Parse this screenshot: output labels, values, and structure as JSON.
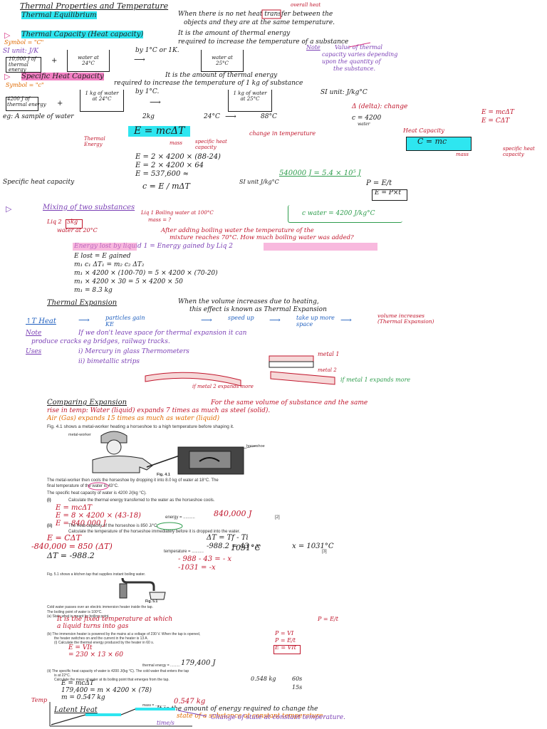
{
  "title": "Thermal Properties and Temperature",
  "equilibrium": {
    "heading": "Thermal Equilibrium",
    "above_note": "overall heat",
    "definition_1": "When there is no net heat transfer between the",
    "definition_2": "objects and they are at the same temperature."
  },
  "capacity": {
    "heading": "Thermal Capacity (Heat capacity)",
    "definition_1": "It is the amount of thermal energy",
    "definition_2": "required to increase the temperature of a substance",
    "definition_3": "by 1°C or 1K.",
    "symbol": "Symbol = \"C\"",
    "si_unit": "SI unit: J/K",
    "energy_label": "10,000 J of thermal energy",
    "beaker1": "water at 24°C",
    "beaker2": "water at 25°C",
    "note_label": "Note",
    "note_1": "Value of thermal",
    "note_2": "capacity varies depending",
    "note_3": "upon the quantity of",
    "note_4": "the substance."
  },
  "shc": {
    "heading": "Specific Heat Capacity",
    "definition_1": "It is the amount of thermal energy",
    "definition_2": "required to increase the temperature of 1 kg of substance",
    "definition_3": "by 1°C.",
    "symbol": "Symbol = \"c\"",
    "si_unit": "SI unit: J/kg°C",
    "energy_label": "4200 J of thermal energy",
    "beaker1": "1 kg of water at 24°C",
    "beaker2": "1 kg of water at 25°C",
    "delta": "Δ (delta): change",
    "e_mcdt": "E = mcΔT",
    "e_cdt": "E = CΔT"
  },
  "example": {
    "label": "eg: A sample of water",
    "mass": "2kg",
    "t1": "24°C",
    "t2": "88°C",
    "c_water": "c = 4200",
    "c_sub": "water",
    "formula": "E = mcΔT",
    "energy_lbl": "Thermal Energy",
    "mass_lbl": "mass",
    "shc_lbl": "specific heat capacity",
    "change_lbl": "change in temperature",
    "line1": "E = 2 × 4200 × (88-24)",
    "line2": "E = 2 × 4200 × 64",
    "line3": "E = 537,600 ≈",
    "result": "540000 J = 5.4 × 10⁵ J",
    "hc_lbl": "Heat Capacity",
    "hc_formula": "C = mc",
    "hc_mass": "mass",
    "hc_shc": "specific heat capacity"
  },
  "shc_formula": {
    "label": "Specific heat capacity",
    "formula": "c = E / mΔT",
    "si": "SI unit J/kg°C",
    "power": "P = E/t",
    "power2": "E = P×t"
  },
  "mixing": {
    "heading": "Mixing of two substances",
    "liq1": "Liq 1 Boiling water at 100°C",
    "liq1_mass": "mass = ?",
    "liq2": "Liq 2",
    "liq2_mass": "5kg",
    "liq2_desc": "water at 20°C",
    "c_box": "c water = 4200 J/kg°C",
    "q1": "After adding boiling water the temperature of the",
    "q2": "mixture reaches 70°C. How much boiling water was added?",
    "lost": "Energy lost by liquid 1 = Energy gained by Liq 2",
    "l1": "E lost = E gained",
    "l2": "m₁ c₁ ΔT₁ = m₂ c₂ ΔT₂",
    "l3": "m₁ × 4200 × (100-70) = 5 × 4200 × (70-20)",
    "l4": "m₁ × 4200 × 30 = 5 × 4200 × 50",
    "l5": "m₁ = 8.3 kg"
  },
  "expansion": {
    "heading": "Thermal Expansion",
    "def_1": "When the volume increases due to heating,",
    "def_2": "this effect is known as Thermal Expansion",
    "heat": "↑T Heat",
    "particles": "particles gain KE",
    "speed": "speed up",
    "space": "take up more space",
    "volume": "volume increases (Thermal Expansion)",
    "note_label": "Note",
    "note_1": "If we don't leave space for thermal expansion it can",
    "note_2": "produce cracks eg bridges, railway tracks.",
    "uses_label": "Uses",
    "use1": "i) Mercury in glass Thermometers",
    "use2": "ii) bimetallic strips",
    "metal1": "metal 1",
    "metal2": "metal 2",
    "if_metal": "if metal 1 expands more",
    "if_metal2": "if metal 2 expands more"
  },
  "comparing": {
    "heading": "Comparing Expansion",
    "l1": "For the same volume of substance and the same",
    "l2": "rise in temp: Water (liquid) expands 7 times as much as steel (solid).",
    "l3": "Air (Gas) expands 15 times as much as water (liquid)"
  },
  "exam1": {
    "intro": "Fig. 4.1 shows a metal-worker heating a horseshoe to a high temperature before shaping it.",
    "metalworker": "metal-worker",
    "horseshoe": "horseshoe",
    "fig": "Fig. 4.1",
    "p1": "The metal-worker then cools the horseshoe by dropping it into 8.0 kg of water at 18°C. The",
    "p2": "final temperature of the water is 43°C.",
    "p3": "The specific heat capacity of water is 4200 J/(kg °C).",
    "qi": "(i)",
    "qi_text": "Calculate the thermal energy transferred to the water as the horseshoe cools.",
    "w1": "E = mcΔT",
    "w2": "E = 8 × 4200 × (43-18)",
    "w3": "E = 840,000 J",
    "energy_lbl": "energy = ..........",
    "energy_ans": "840,000 J",
    "mark2": "[2]",
    "qii": "(ii)",
    "qii_text": "The heat capacity of the horseshoe is 850 J/°C.",
    "qii_text2": "Calculate the temperature of the horseshoe immediately before it is dropped into the water.",
    "w4": "E = CΔT",
    "w5": "ΔT = Tf - Ti",
    "w6": "-840,000 = 850 (ΔT)",
    "w7": "-988.2 = 43 - x",
    "w8": "ΔT = -988.2",
    "w9": "x = 1031°C",
    "temp_lbl": "temperature = ..........",
    "temp_ans": "1031°C",
    "mark3": "[3]",
    "w10": "- 988 - 43 = - x",
    "w11": "-1031 = -x"
  },
  "exam2": {
    "intro": "Fig. 5.1 shows a kitchen tap that supplies instant boiling water.",
    "fig": "Fig. 5.1",
    "p1": "Cold water passes over an electric immersion heater inside the tap.",
    "p2": "The boiling point of water is 100°C.",
    "qa": "(a) State what is meant by boiling point.",
    "ans_a1": "It is the fixed temperature at which",
    "ans_a2": "a liquid turns into gas",
    "qb": "(b) The immersion heater is powered by the mains at a voltage of 230 V. When the tap is opened,",
    "qb2": "the heater switches on and the current in the heater is 13 A.",
    "qbi": "(i) Calculate the thermal energy produced by the heater in 60 s.",
    "w1": "E = VIt",
    "w2": "= 230 × 13 × 60",
    "pvi": "P = VI",
    "pet": "P = E/t",
    "evit": "E = VIt",
    "pe": "P = E/t",
    "energy_lbl": "thermal energy = ..........",
    "energy_ans": "179,400 J",
    "qbii": "(ii) The specific heat capacity of water is 4200 J/(kg °C). The cold water that enters the tap",
    "qbii2": "is at 22°C.",
    "qbii3": "Calculate the mass of water at its boiling point that emerges from the tap.",
    "w3": "E = mcΔT",
    "w4": "179,400 = m × 4200 × (78)",
    "w5": "m = 0.547 kg",
    "mass_lbl": "mass = ..........",
    "mass_ans": "0.547 kg",
    "side1": "0.548 kg",
    "side2": "60s",
    "side3": "15s"
  },
  "latent": {
    "heading": "Latent Heat",
    "def_1": "It is the amount of energy required to change the",
    "def_2": "state of a substance at constant temperature.",
    "axis_y": "Temp",
    "axis_x": "time/s",
    "note": "Change of state at constant temperature."
  }
}
